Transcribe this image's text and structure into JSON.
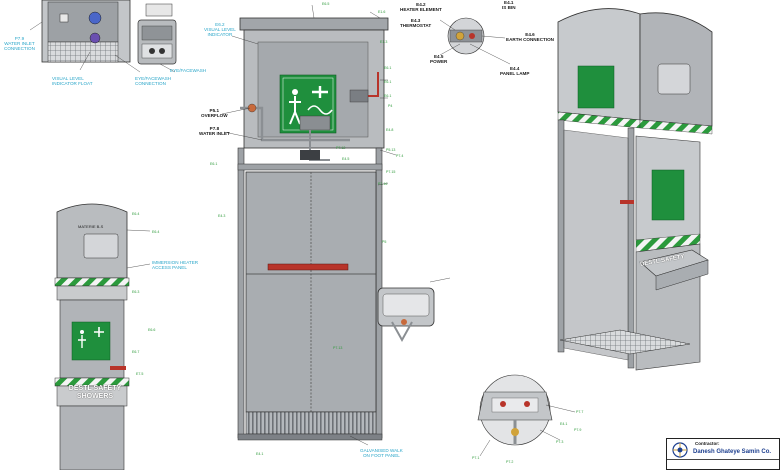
{
  "labels": {
    "water_inlet_conn": [
      "P7.9",
      "WATER INLET",
      "CONNECTION"
    ],
    "visual_level_float": [
      "VISUAL LEVEL",
      "INDICATOR FLOAT"
    ],
    "eyeface_conn": [
      "EYE/FACEWASH",
      "CONNECTION"
    ],
    "eyeface_top": "EYE/FACEWASH",
    "visual_level_ind": [
      "E6.2",
      "VISUAL LEVEL",
      "INDICATOR"
    ],
    "overflow": [
      "P5.1",
      "OVERFLOW"
    ],
    "water_inlet": [
      "P7.8",
      "WATER INLET"
    ],
    "heater_element": [
      "E4.2",
      "HEATER ELEMENT"
    ],
    "thermostat": [
      "E4.3",
      "THERMOSTAT"
    ],
    "power": [
      "E4.5",
      "POWER"
    ],
    "earth_conn": [
      "E4.6",
      "EARTH CONNECTION"
    ],
    "panel_lamp": [
      "E4.4",
      "PANEL LAMP"
    ],
    "immersion_heater": [
      "IMMERSION HEATER",
      "ACCESS PANEL"
    ],
    "galv_walk": [
      "GALVANISED WALK",
      "ON FOOT PANEL"
    ],
    "top_right_tag": [
      "E4.1",
      "IS BIN"
    ]
  },
  "part_tags": {
    "center": [
      "E6.5",
      "E1.6",
      "E1.3",
      "E6.1",
      "E6.1",
      "E6.1",
      "P4",
      "E4.8",
      "P5.13",
      "P7.4",
      "P7.15",
      "P7.16",
      "E4.5",
      "P7.12",
      "E6.1",
      "E4.3",
      "P5",
      "P7.13",
      "E4.1"
    ],
    "left": [
      "E6.4",
      "E6.4",
      "E6.3",
      "E6.6",
      "E6.7",
      "E7.5"
    ],
    "bottom_detail": [
      "P7.1",
      "P7.2",
      "P7.3",
      "P7.9",
      "E4.1",
      "P7.7"
    ]
  },
  "panel_text": {
    "brand_left": "DESTL SAFETY SHOWERS",
    "brand_right": "DESTL SAFETY",
    "model_left": "MATERIE B-S"
  },
  "title_block": {
    "contractor_label": "Contractor:",
    "contractor_name": "Danesh Ghateye Samin Co."
  },
  "colors": {
    "label_blue": "#2aa6c9",
    "tag_green": "#2e9a3a",
    "sign_green": "#1f8f3d",
    "hazard_green": "#2b9a3c",
    "steel": "#a9adb1",
    "steel_dark": "#7d8186",
    "pipe_red": "#b8342a"
  }
}
